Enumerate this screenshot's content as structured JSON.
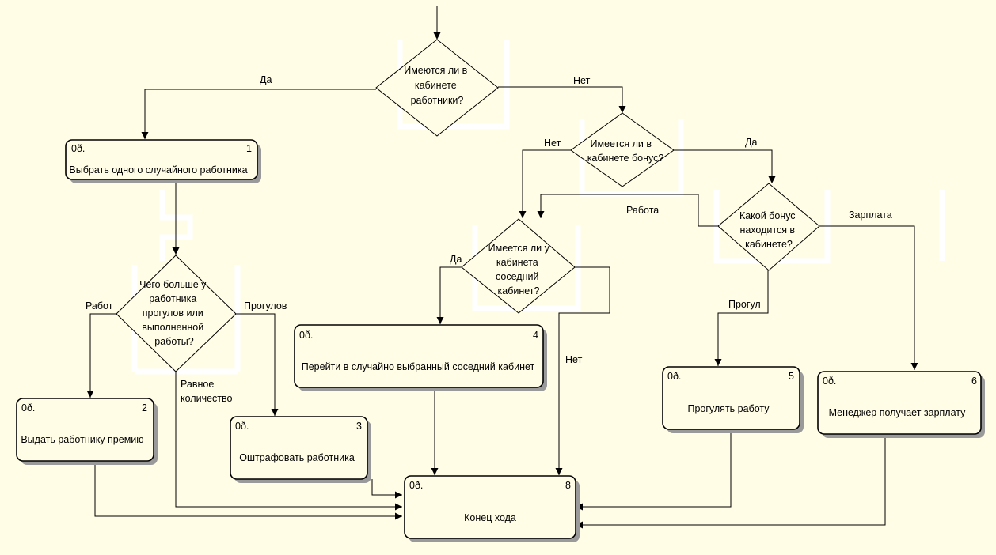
{
  "decisions": {
    "d1": [
      "Имеются ли в",
      "кабинете",
      "работники?"
    ],
    "d2": [
      "Имеется ли в",
      "кабинете бонус?"
    ],
    "d3": [
      "Какой бонус",
      "находится в",
      "кабинете?"
    ],
    "d4": [
      "Имеется ли у",
      "кабинета",
      "соседний",
      "кабинет?"
    ],
    "d5": [
      "Чего больше у",
      "работника",
      "прогулов или",
      "выполненной",
      "работы?"
    ]
  },
  "boxes": {
    "b1": {
      "ref": "0ð.",
      "num": "1",
      "label": "Выбрать одного случайного работника"
    },
    "b2": {
      "ref": "0ð.",
      "num": "2",
      "label": "Выдать работнику премию"
    },
    "b3": {
      "ref": "0ð.",
      "num": "3",
      "label": "Оштрафовать работника"
    },
    "b4": {
      "ref": "0ð.",
      "num": "4",
      "label": "Перейти в случайно выбранный соседний кабинет"
    },
    "b5": {
      "ref": "0ð.",
      "num": "5",
      "label": "Прогулять работу"
    },
    "b6": {
      "ref": "0ð.",
      "num": "6",
      "label": "Менеджер получает зарплату"
    },
    "b8": {
      "ref": "0ð.",
      "num": "8",
      "label": "Конец хода"
    }
  },
  "labels": {
    "da_left": "Да",
    "net_top": "Нет",
    "net_d2": "Нет",
    "da_d2": "Да",
    "rabota": "Работа",
    "zarplata": "Зарплата",
    "da_d4": "Да",
    "net_d4": "Нет",
    "progul": "Прогул",
    "rabot": "Работ",
    "proguly": "Прогулов",
    "ravnoe_1": "Равное",
    "ravnoe_2": "количество"
  }
}
